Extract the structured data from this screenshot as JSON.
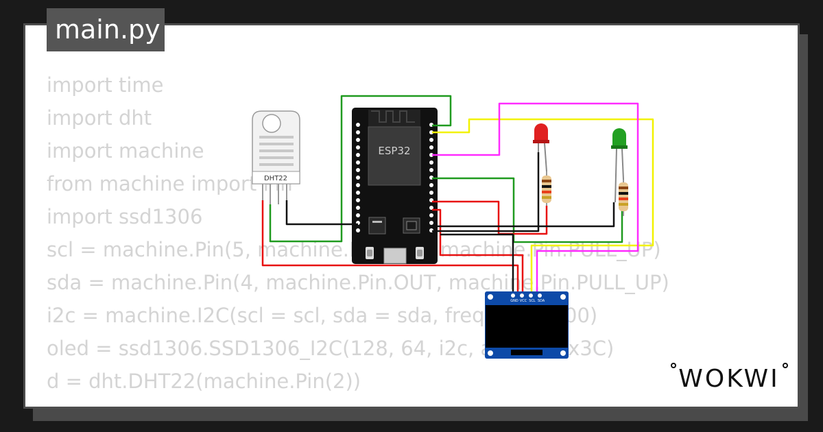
{
  "tab": {
    "filename": "main.py"
  },
  "code": {
    "lines": [
      "import time",
      "import dht",
      "import machine",
      "from machine import Pin",
      "import ssd1306",
      "scl = machine.Pin(5, machine.Pin.OUT, machine.Pin.PULL_UP)",
      "sda = machine.Pin(4, machine.Pin.OUT, machine.Pin.PULL_UP)",
      "i2c = machine.I2C(scl = scl, sda = sda, freq = 400000)",
      "oled = ssd1306.SSD1306_I2C(128, 64, i2c, addr = 0x3C)",
      "d = dht.DHT22(machine.Pin(2))"
    ]
  },
  "components": {
    "sensor_label": "DHT22",
    "mcu_label": "ESP32",
    "oled_pins": [
      "GND",
      "VCC",
      "SCL",
      "SDA"
    ]
  },
  "brand": {
    "logo": "WOKWI"
  },
  "colors": {
    "wire_green": "#1f9a1f",
    "wire_yellow": "#f2f200",
    "wire_magenta": "#ff2bff",
    "wire_red": "#e81010",
    "wire_black": "#111111",
    "led_red": "#e02020",
    "led_green": "#22a022",
    "oled_board": "#0d4aa8"
  }
}
